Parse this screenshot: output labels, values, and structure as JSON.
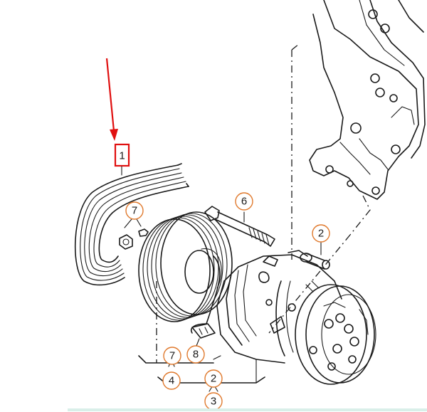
{
  "callouts": {
    "belt": "1",
    "bolt": "6",
    "sleeve": "2",
    "clutch_nut": "7",
    "connector": "8",
    "group_a": "7",
    "group_b": "4",
    "group_c": "2",
    "group_d": "3"
  },
  "colors": {
    "highlight": "#e01010",
    "callout_ring": "#e07a2e",
    "ink": "#1a1a1a"
  }
}
